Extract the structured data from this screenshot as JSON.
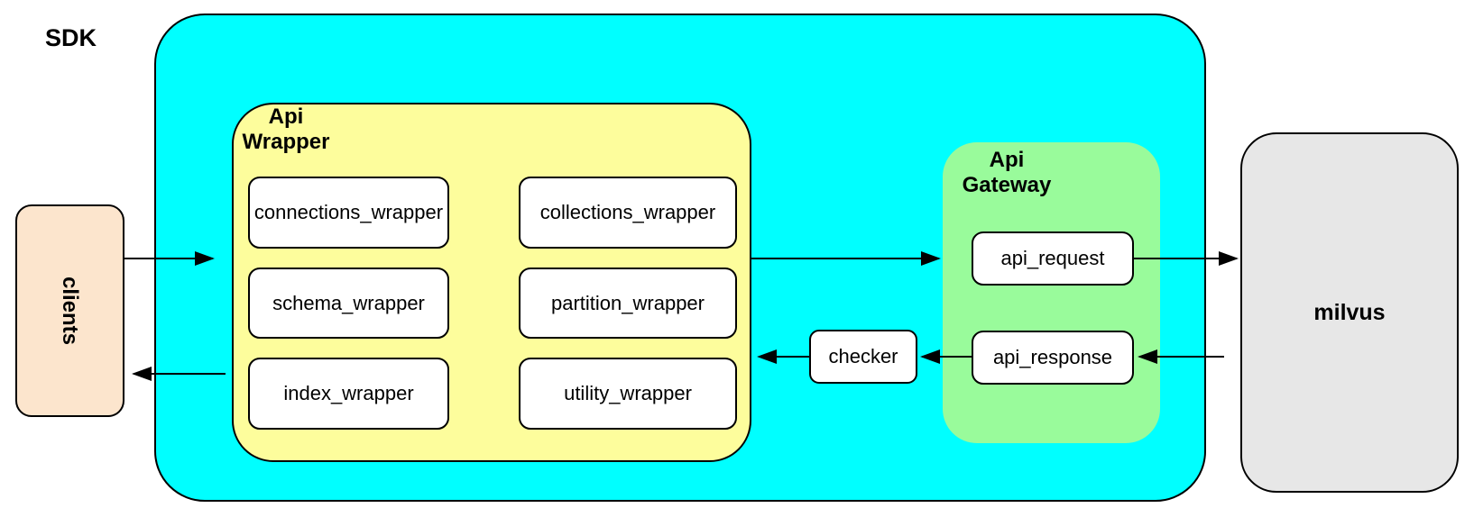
{
  "diagram": {
    "clients": {
      "label": "clients"
    },
    "sdk": {
      "label": "SDK",
      "api_wrapper": {
        "label": "Api Wrapper",
        "modules": [
          {
            "label": "connections_wrapper"
          },
          {
            "label": "collections_wrapper"
          },
          {
            "label": "schema_wrapper"
          },
          {
            "label": "partition_wrapper"
          },
          {
            "label": "index_wrapper"
          },
          {
            "label": "utility_wrapper"
          }
        ]
      },
      "checker": {
        "label": "checker"
      },
      "api_gateway": {
        "label": "Api Gateway",
        "modules": [
          {
            "label": "api_request"
          },
          {
            "label": "api_response"
          }
        ]
      }
    },
    "milvus": {
      "label": "milvus"
    },
    "arrows": [
      {
        "name": "clients-to-sdk",
        "from": "clients",
        "to": "SDK"
      },
      {
        "name": "api-wrapper-to-api-gateway",
        "from": "Api Wrapper",
        "to": "Api Gateway"
      },
      {
        "name": "api-request-to-milvus",
        "from": "api_request",
        "to": "milvus"
      },
      {
        "name": "milvus-to-api-response",
        "from": "milvus",
        "to": "api_response"
      },
      {
        "name": "api-response-to-checker",
        "from": "api_response",
        "to": "checker"
      },
      {
        "name": "checker-to-api-wrapper",
        "from": "checker",
        "to": "Api Wrapper"
      },
      {
        "name": "api-wrapper-to-clients",
        "from": "Api Wrapper",
        "to": "clients"
      }
    ],
    "colors": {
      "sdk_fill": "#00FFFF",
      "api_wrapper_fill": "#FDFD9C",
      "api_gateway_fill": "#99FB9B",
      "clients_fill": "#FCE5CD",
      "milvus_fill": "#E7E7E7",
      "module_fill": "#FFFFFF",
      "border": "#000000"
    }
  }
}
